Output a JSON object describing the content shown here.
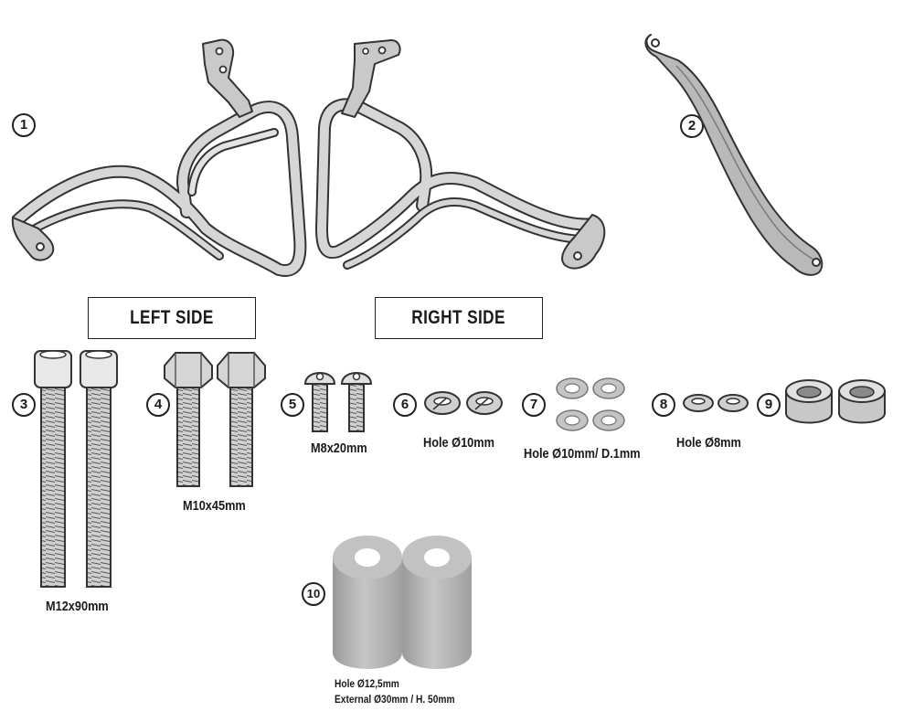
{
  "labels": {
    "left_side": "LEFT SIDE",
    "right_side": "RIGHT SIDE"
  },
  "parts": [
    {
      "num": "1",
      "spec": ""
    },
    {
      "num": "2",
      "spec": ""
    },
    {
      "num": "3",
      "spec": "M12x90mm"
    },
    {
      "num": "4",
      "spec": "M10x45mm"
    },
    {
      "num": "5",
      "spec": "M8x20mm"
    },
    {
      "num": "6",
      "spec": "Hole Ø10mm"
    },
    {
      "num": "7",
      "spec": "Hole Ø10mm/ D.1mm"
    },
    {
      "num": "8",
      "spec": "Hole Ø8mm"
    },
    {
      "num": "9",
      "spec": ""
    },
    {
      "num": "10",
      "spec_line1": "Hole Ø12,5mm",
      "spec_line2": "External Ø30mm / H. 50mm"
    }
  ],
  "colors": {
    "outline": "#333333",
    "fill": "#bdbdbd",
    "fill_light": "#d9d9d9",
    "fill_dark": "#8f8f8f"
  }
}
